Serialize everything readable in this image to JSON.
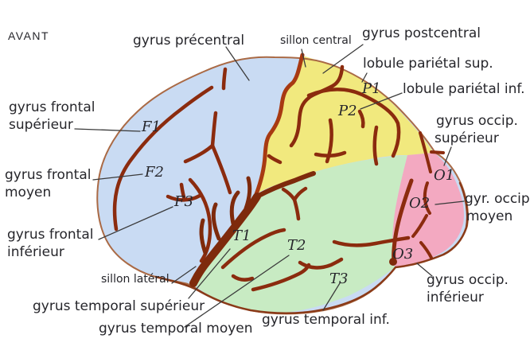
{
  "figure": {
    "type": "brain-lateral-view-anatomy-diagram",
    "orientation_label": "AVANT",
    "colors": {
      "frontal_lobe": "#c9dbf3",
      "parietal_lobe": "#f1e97e",
      "temporal_lobe": "#c8ebc3",
      "occipital_lobe": "#f3a9c1",
      "sulcus": "#8b2b0e",
      "central_sulcus": "#a83a12",
      "lateral_sulcus": "#7e2a0c",
      "outline": "#aa6a45",
      "outline_dark": "#8a3a18",
      "leader_line": "#3b3b3b",
      "text": "#26262b"
    },
    "labels": {
      "precentral": "gyrus précentral",
      "sillon_central": "sillon central",
      "postcentral": "gyrus postcentral",
      "parietal_sup": "lobule pariétal sup.",
      "parietal_inf": "lobule pariétal inf.",
      "occip_sup_l1": "gyrus occip.",
      "occip_sup_l2": "supérieur",
      "occip_moyen_l1": "gyr. occip",
      "occip_moyen_l2": "moyen",
      "occip_inf_l1": "gyrus occip.",
      "occip_inf_l2": "inférieur",
      "frontal_sup_l1": "gyrus frontal",
      "frontal_sup_l2": "supérieur",
      "frontal_moyen_l1": "gyrus frontal",
      "frontal_moyen_l2": "moyen",
      "frontal_inf_l1": "gyrus frontal",
      "frontal_inf_l2": "inférieur",
      "sillon_lateral": "sillon latéral",
      "temporal_sup": "gyrus temporal supérieur",
      "temporal_moyen": "gyrus temporal moyen",
      "temporal_inf": "gyrus temporal inf."
    },
    "region_codes": {
      "f1": "F1",
      "f2": "F2",
      "f3": "F3",
      "p1": "P1",
      "p2": "P2",
      "t1": "T1",
      "t2": "T2",
      "t3": "T3",
      "o1": "O1",
      "o2": "O2",
      "o3": "O3"
    }
  }
}
